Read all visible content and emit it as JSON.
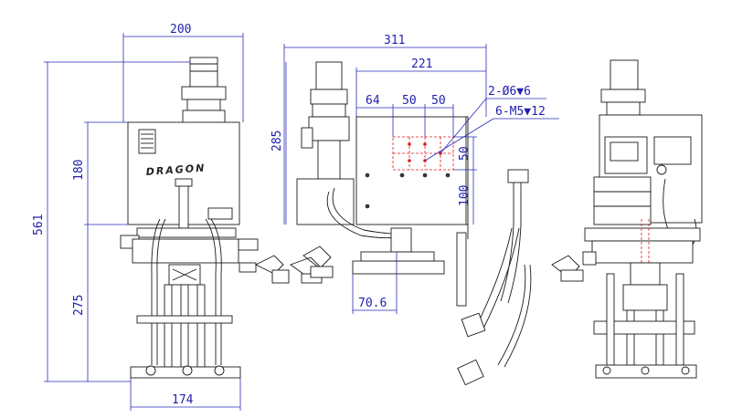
{
  "dimensions": {
    "front_width_top": "200",
    "front_height_total": "561",
    "front_height_body": "180",
    "front_height_lower": "275",
    "front_width_base": "174",
    "side_width_total": "311",
    "side_width_body": "221",
    "side_height": "285",
    "side_spacing_1": "64",
    "side_spacing_2": "50",
    "side_spacing_3": "50",
    "side_hole_spec_1": "2-Ø6▼6",
    "side_hole_spec_2": "6-M5▼12",
    "side_vertical_50": "50",
    "side_vertical_100": "100",
    "side_offset": "70.6"
  },
  "labels": {
    "brand_logo": "DRAGON"
  },
  "colors": {
    "dimension": "#1f1fb0",
    "hole_pattern": "#e01b1b",
    "outline": "#1a1a1a"
  }
}
